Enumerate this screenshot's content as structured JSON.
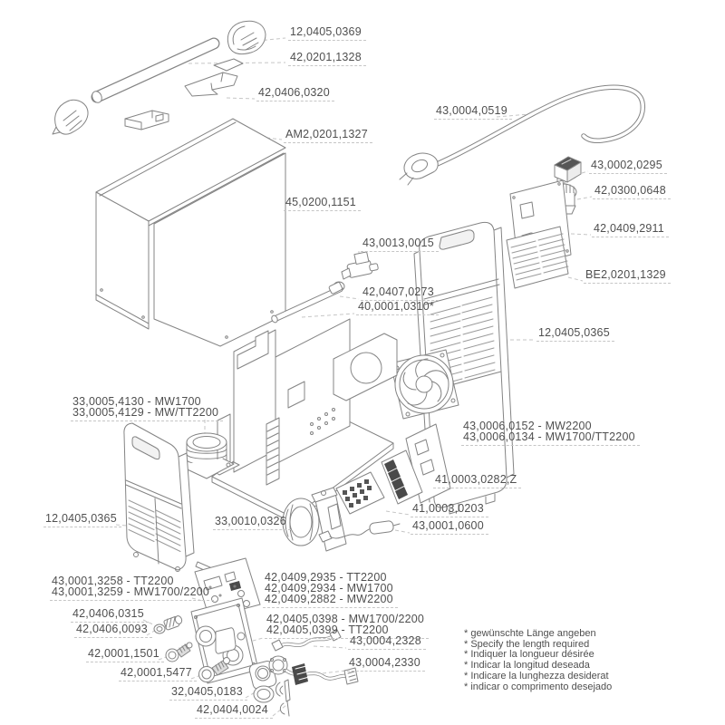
{
  "diagram": {
    "kind": "exploded-spare-parts-diagram",
    "part_labels": [
      {
        "id": "12,0405,0369",
        "lines": [
          "12,0405,0369"
        ]
      },
      {
        "id": "42,0201,1328",
        "lines": [
          "42,0201,1328"
        ]
      },
      {
        "id": "42,0406,0320",
        "lines": [
          "42,0406,0320"
        ]
      },
      {
        "id": "AM2,0201,1327",
        "lines": [
          "AM2,0201,1327"
        ]
      },
      {
        "id": "43,0004,0519",
        "lines": [
          "43,0004,0519"
        ]
      },
      {
        "id": "43,0002,0295",
        "lines": [
          "43,0002,0295"
        ]
      },
      {
        "id": "42,0300,0648",
        "lines": [
          "42,0300,0648"
        ]
      },
      {
        "id": "42,0409,2911",
        "lines": [
          "42,0409,2911"
        ]
      },
      {
        "id": "45,0200,1151",
        "lines": [
          "45,0200,1151"
        ]
      },
      {
        "id": "BE2,0201,1329",
        "lines": [
          "BE2,0201,1329"
        ]
      },
      {
        "id": "43,0013,0015",
        "lines": [
          "43,0013,0015"
        ]
      },
      {
        "id": "42,0407,0273",
        "lines": [
          "42,0407,0273"
        ]
      },
      {
        "id": "40,0001,0310*",
        "lines": [
          "40,0001,0310*"
        ]
      },
      {
        "id": "12,0405,0365-right",
        "lines": [
          "12,0405,0365"
        ]
      },
      {
        "id": "33,0005-group",
        "lines": [
          "33,0005,4130 - MW1700",
          "33,0005,4129 - MW/TT2200"
        ]
      },
      {
        "id": "43,0006-group",
        "lines": [
          "43,0006,0152 - MW2200",
          "43,0006,0134 - MW1700/TT2200"
        ]
      },
      {
        "id": "41,0003,0282,Z",
        "lines": [
          "41,0003,0282,Z"
        ]
      },
      {
        "id": "41,0003,0203",
        "lines": [
          "41,0003,0203"
        ]
      },
      {
        "id": "43,0001,0600",
        "lines": [
          "43,0001,0600"
        ]
      },
      {
        "id": "12,0405,0365-left",
        "lines": [
          "12,0405,0365"
        ]
      },
      {
        "id": "33,0010,0326",
        "lines": [
          "33,0010,0326"
        ]
      },
      {
        "id": "43,0001-group",
        "lines": [
          "43,0001,3258 - TT2200",
          "43,0001,3259 - MW1700/2200"
        ]
      },
      {
        "id": "42,0406,0315",
        "lines": [
          "42,0406,0315"
        ]
      },
      {
        "id": "42,0406,0093",
        "lines": [
          "42,0406,0093"
        ]
      },
      {
        "id": "42,0001,1501",
        "lines": [
          "42,0001,1501"
        ]
      },
      {
        "id": "42,0001,5477",
        "lines": [
          "42,0001,5477"
        ]
      },
      {
        "id": "32,0405,0183",
        "lines": [
          "32,0405,0183"
        ]
      },
      {
        "id": "42,0404,0024",
        "lines": [
          "42,0404,0024"
        ]
      },
      {
        "id": "42,0409-group",
        "lines": [
          "42,0409,2935 - TT2200",
          "42,0409,2934 - MW1700",
          "42,0409,2882 - MW2200"
        ]
      },
      {
        "id": "42,0405-group",
        "lines": [
          "42,0405,0398 - MW1700/2200",
          "42,0405,0399 - TT2200"
        ]
      },
      {
        "id": "43,0004,2328",
        "lines": [
          "43,0004,2328"
        ]
      },
      {
        "id": "43,0004,2330",
        "lines": [
          "43,0004,2330"
        ]
      }
    ],
    "footnotes": [
      "* gewünschte Länge angeben",
      "* Specify the length required",
      "* Indiquer la longueur désirée",
      "* Indicar la longitud deseada",
      "* Indicare la lunghezza desiderat",
      "* indicar o comprimento desejado"
    ]
  },
  "colors": {
    "label_text": "#4f4f4f",
    "leader_line": "#c6c6c6",
    "artwork_line": "#848484",
    "background": "#ffffff"
  }
}
